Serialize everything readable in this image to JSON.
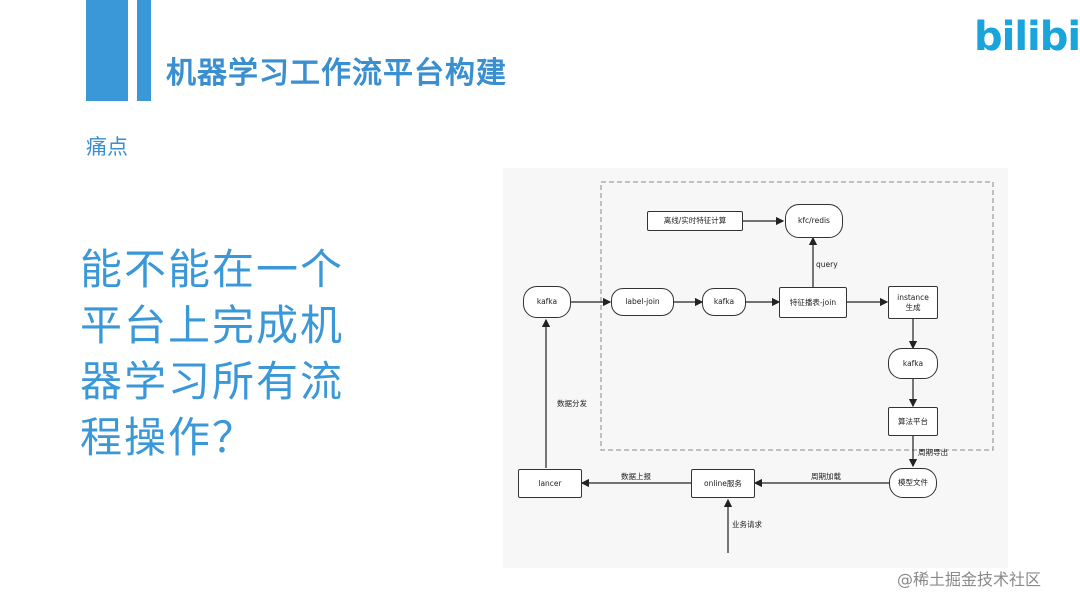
{
  "header": {
    "title": "机器学习工作流平台构建",
    "logo": "bilibili"
  },
  "subtitle": "痛点",
  "question": "能不能在一个平台上完成机器学习所有流程操作？",
  "diagram": {
    "nodes": {
      "offline_feature": "离线/实时特征计算",
      "kfc_redis": "kfc/redis",
      "kafka_left": "kafka",
      "label_join": "label-join",
      "kafka_mid": "kafka",
      "feature_join": "特征播表-join",
      "instance_gen": "instance\n生成",
      "kafka_right": "kafka",
      "algo_platform": "算法平台",
      "model_file": "模型文件",
      "online_service": "online服务",
      "lancer": "lancer"
    },
    "edges": {
      "query": "query",
      "data_dispatch": "数据分发",
      "periodic_export": "周期导出",
      "periodic_load": "周期加载",
      "data_report": "数据上报",
      "business_request": "业务请求"
    }
  },
  "watermark": "@稀土掘金技术社区",
  "colors": {
    "accent": "#3a98d8",
    "logo": "#1aa4dc"
  }
}
